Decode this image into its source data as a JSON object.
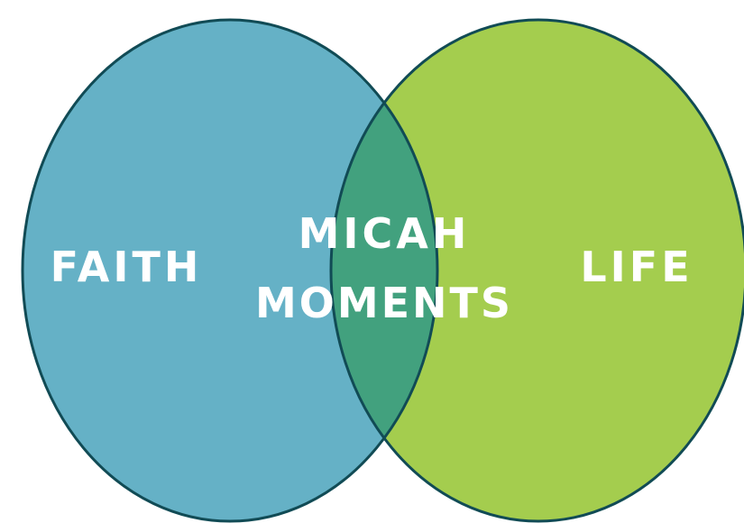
{
  "diagram": {
    "type": "venn",
    "left_circle": {
      "label": "FAITH",
      "fill": "#65B1C6"
    },
    "right_circle": {
      "label": "LIFE",
      "fill": "#A4CD4E"
    },
    "overlap": {
      "line1": "MICAH",
      "line2": "MOMENTS",
      "fill": "#42A17E"
    },
    "stroke_color": "#114B55",
    "text_color": "#FFFFFF"
  }
}
